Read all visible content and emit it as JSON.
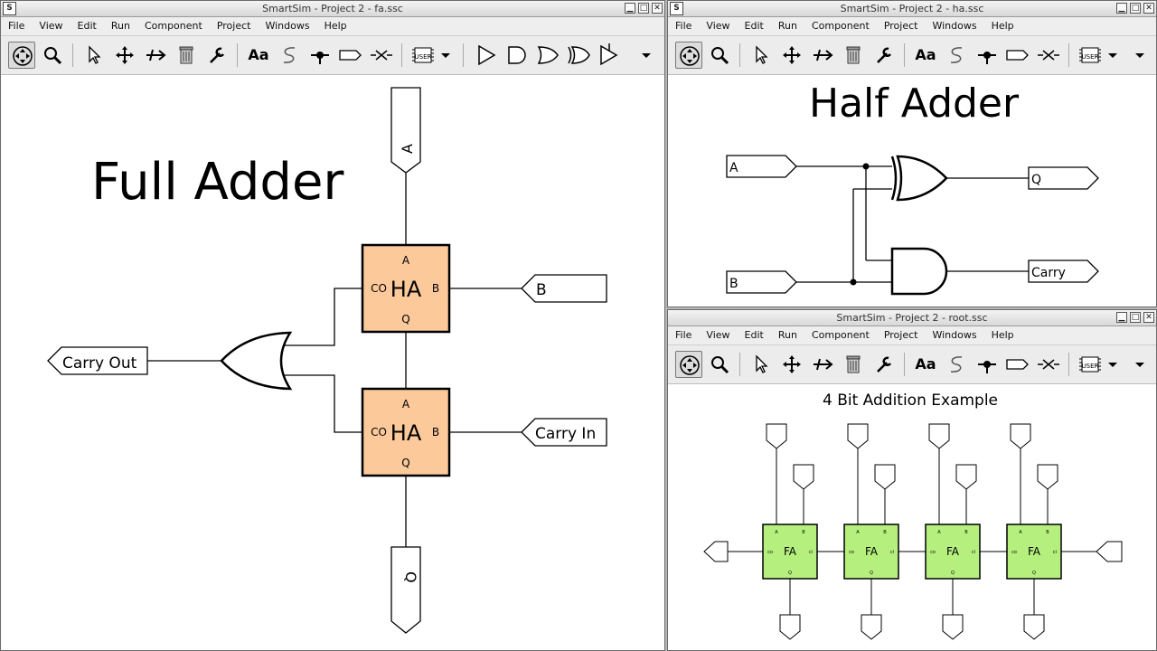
{
  "windows": {
    "fa": {
      "title": "SmartSim - Project 2 - fa.ssc"
    },
    "ha": {
      "title": "SmartSim - Project 2 - ha.ssc"
    },
    "root": {
      "title": "SmartSim - Project 2 - root.ssc"
    }
  },
  "menus": [
    "File",
    "View",
    "Edit",
    "Run",
    "Component",
    "Project",
    "Windows",
    "Help"
  ],
  "toolbar": {
    "text_tool_label": "Aa",
    "user_chip_label": "USER",
    "minimize_glyph": "▁",
    "maximize_glyph": "□",
    "close_glyph": "✕",
    "app_icon_glyph": "S"
  },
  "full_adder": {
    "title": "Full Adder",
    "input_a": "A",
    "input_b": "B",
    "input_carry_in": "Carry In",
    "output_carry_out": "Carry Out",
    "output_q": "Q",
    "ha_block": {
      "label": "HA",
      "pin_a": "A",
      "pin_b": "B",
      "pin_co": "CO",
      "pin_q": "Q"
    },
    "ha_color": "#fcc99b"
  },
  "half_adder": {
    "title": "Half Adder",
    "input_a": "A",
    "input_b": "B",
    "output_q": "Q",
    "output_carry": "Carry"
  },
  "root": {
    "title": "4 Bit Addition Example",
    "fa_block": {
      "label": "FA",
      "pin_a": "A",
      "pin_b": "B",
      "pin_ci": "ci",
      "pin_co": "co",
      "pin_q": "Q"
    },
    "fa_color": "#b5f07f",
    "block_count": 4
  }
}
